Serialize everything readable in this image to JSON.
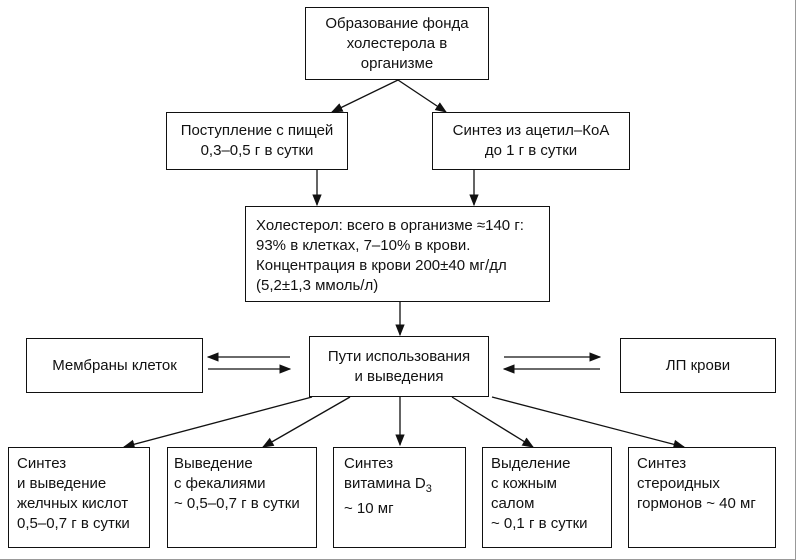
{
  "nodes": {
    "formation": [
      "Образование фонда",
      "холестерола в",
      "организме"
    ],
    "intake": [
      "Поступление с пищей",
      "0,3–0,5 г в сутки"
    ],
    "synthesis": [
      "Синтез из ацетил–КоА",
      "до 1 г в сутки"
    ],
    "cholesterol": [
      "Холестерол: всего в организме ≈140 г:",
      "93% в клетках, 7–10% в крови.",
      "Концентрация в крови 200±40 мг/дл",
      "(5,2±1,3 ммоль/л)"
    ],
    "membranes": "Мембраны клеток",
    "pathways": [
      "Пути использования",
      "и выведения"
    ],
    "lipoproteins": "ЛП крови",
    "bile_acids": [
      "Синтез",
      "и выведение",
      "желчных кислот",
      "0,5–0,7 г в сутки"
    ],
    "feces": [
      "Выведение",
      "с фекалиями",
      "~ 0,5–0,7 г в сутки"
    ],
    "vitamin_d": {
      "l1": "Синтез",
      "l2_text": "витамина D",
      "l2_sub": "3",
      "l3": "~ 10 мг"
    },
    "sebum": [
      "Выделение",
      "с кожным",
      "салом",
      "~ 0,1 г в сутки"
    ],
    "steroids": [
      "Синтез",
      "стероидных",
      "гормонов ~ 40 мг"
    ]
  }
}
